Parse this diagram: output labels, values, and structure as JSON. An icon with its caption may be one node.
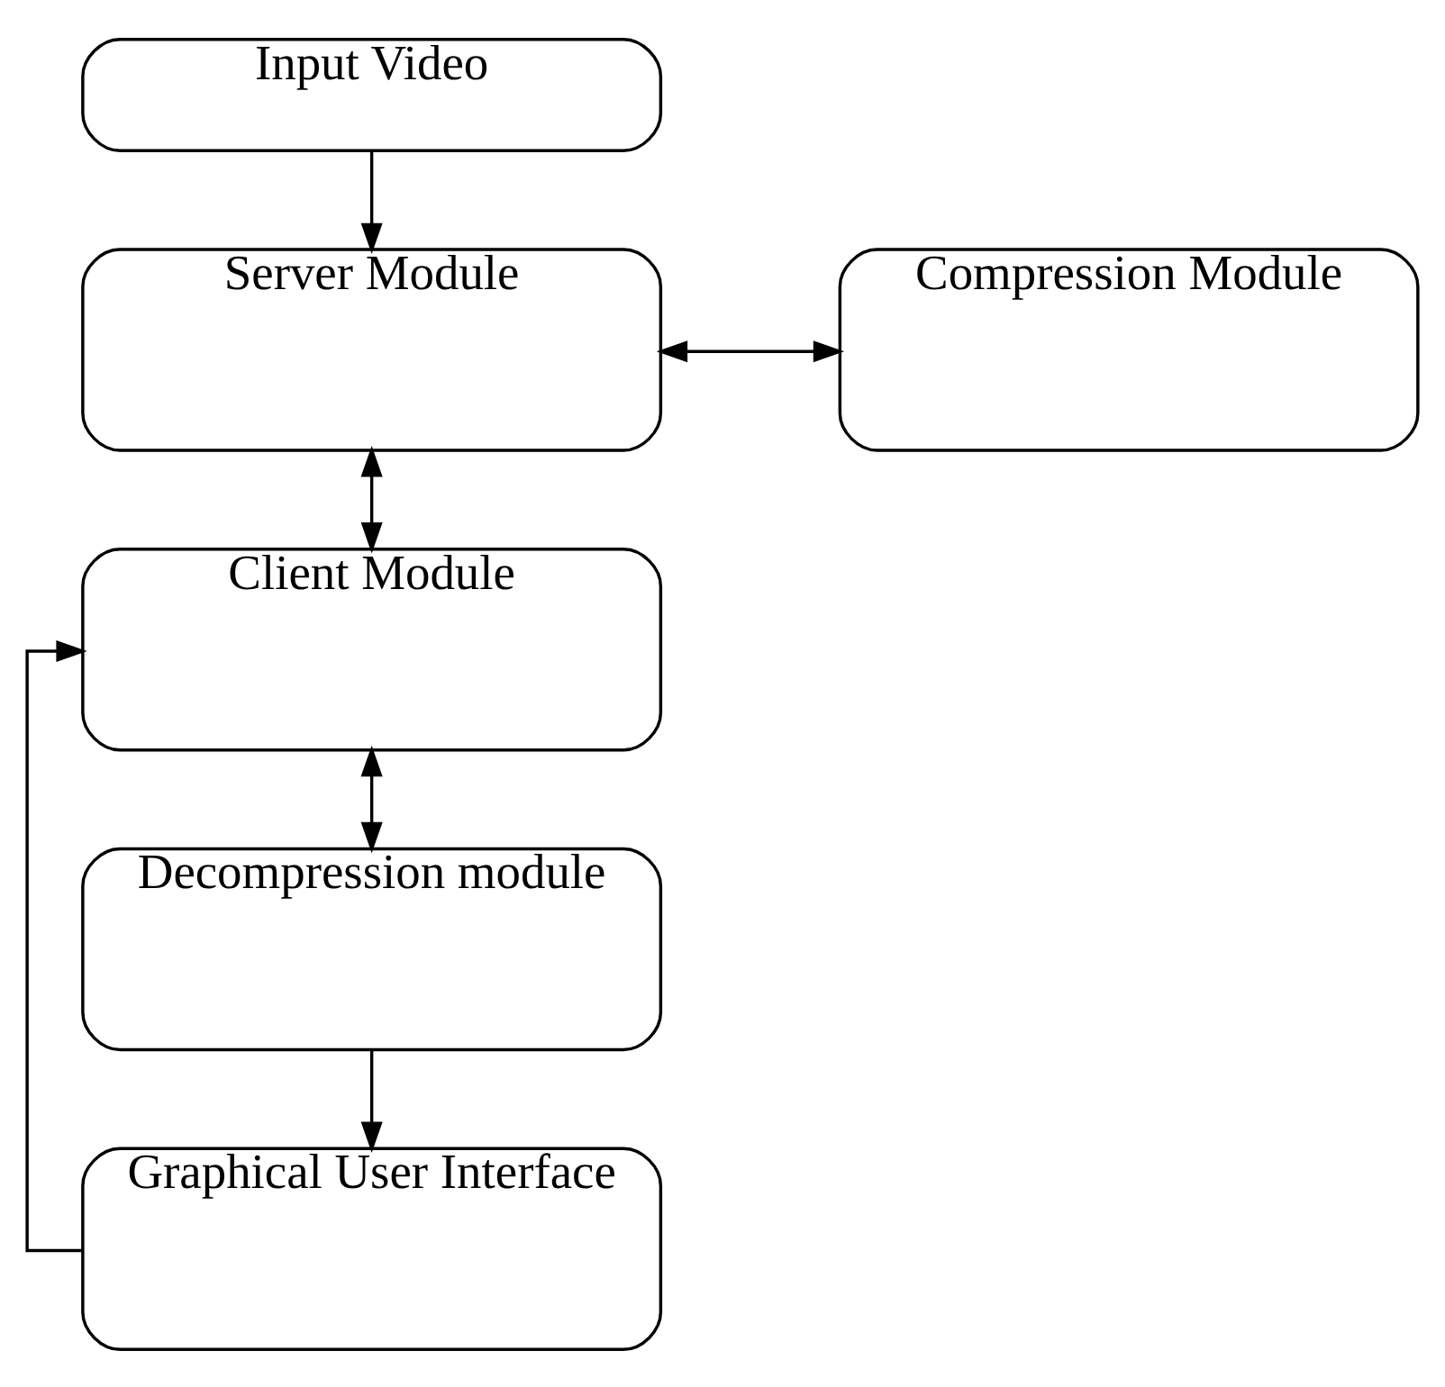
{
  "diagram": {
    "nodes": [
      {
        "text": [
          "Input Video"
        ]
      },
      {
        "text": [
          "Server Module"
        ]
      },
      {
        "text": [
          "Compression Module"
        ]
      },
      {
        "text": [
          "Client Module"
        ]
      },
      {
        "text": [
          "Decompression module"
        ]
      },
      {
        "text": [
          "Graphical User Interface"
        ]
      }
    ],
    "edges": [
      {
        "from": 0,
        "to": 1,
        "arrow": "to"
      },
      {
        "from": 1,
        "to": 2,
        "arrow": "both"
      },
      {
        "from": 1,
        "to": 3,
        "arrow": "both"
      },
      {
        "from": 3,
        "to": 4,
        "arrow": "both"
      },
      {
        "from": 4,
        "to": 5,
        "arrow": "to"
      },
      {
        "from": 5,
        "to": 3,
        "arrow": "to"
      }
    ]
  }
}
